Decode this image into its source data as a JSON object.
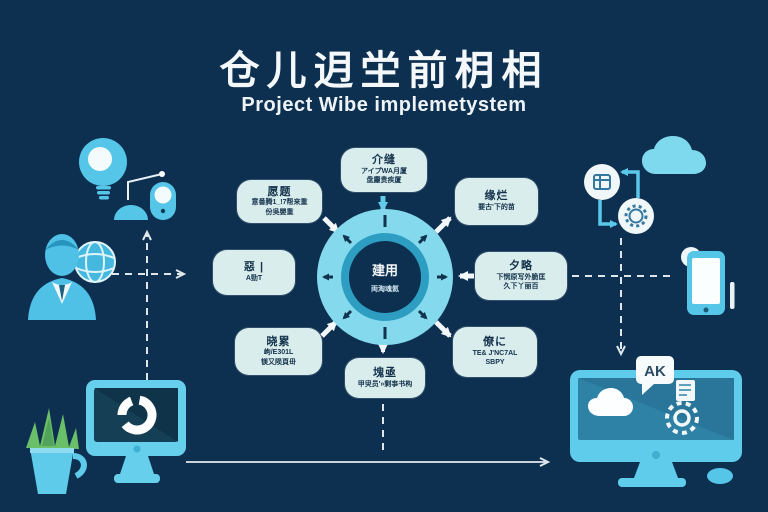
{
  "title": {
    "main": "仓儿迌坣前枂相",
    "subtitle": "Project Wibe implemetystem"
  },
  "hub": {
    "title": "建用",
    "subtitle": "両淘魂氦"
  },
  "boxes": {
    "top": {
      "lines": [
        "介缝",
        "アイプWA月厦",
        "盘麈贵疾厦"
      ]
    },
    "upper_left": {
      "lines": [
        "愿题",
        "意番腾1_!7帮来重",
        "份吳嬰重"
      ]
    },
    "middle_left": {
      "lines": [
        "惡 |",
        "A勁T"
      ]
    },
    "lower_left": {
      "lines": [
        "晓累",
        "岣/E301L",
        "镁又陨頁毌"
      ]
    },
    "upper_right": {
      "lines": [
        "缘烂",
        "要古'下的苗"
      ]
    },
    "middle_right": {
      "lines": [
        "夕略",
        "下悯原写外脆匡",
        "久下丫丽百"
      ]
    },
    "lower_right": {
      "lines": [
        "僚に",
        "TE& J'NC7AL",
        "SBPY"
      ]
    },
    "bottom": {
      "lines": [
        "塊亟",
        "甲臾员'»剩亊书构"
      ]
    }
  },
  "monitor_right": {
    "badge": "AK"
  },
  "icons": {
    "left": [
      "lightbulb-icon",
      "desk-lamp-icon",
      "doorbell-device-icon",
      "businessman-icon",
      "globe-icon",
      "plant-mug-icon",
      "analytics-monitor-icon",
      "donut-chart-icon"
    ],
    "right": [
      "cloud-icon",
      "sync-cycle-icon",
      "smartphone-icon",
      "workstation-monitor-icon",
      "cloud-screen-icon",
      "gear-icon",
      "document-icon",
      "mouse-icon",
      "speech-bubble-ak"
    ]
  },
  "colors": {
    "background": "#0e3050",
    "icon_blue": "#55c6e8",
    "hub_outer": "#85d9ec",
    "hub_ring": "#2d9ec2",
    "box_bg": "#d9edec",
    "box_text": "#14324c",
    "plant_green": "#6abf69",
    "connector_gray": "#dfe7ea",
    "white": "#f4f8fa"
  }
}
